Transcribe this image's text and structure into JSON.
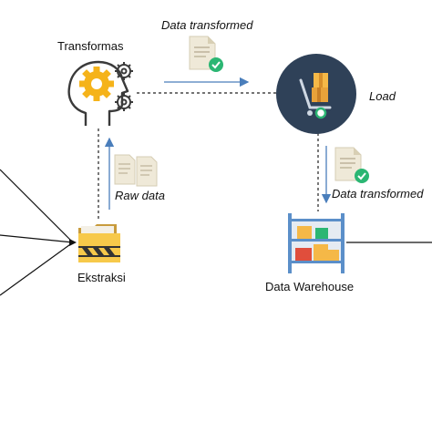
{
  "diagram": {
    "labels": {
      "transform": "Transformas",
      "data_transformed_top": "Data transformed",
      "load": "Load",
      "data_transformed_right": "Data transformed",
      "raw_data": "Raw data",
      "extract": "Ekstraksi",
      "data_warehouse": "Data Warehouse"
    },
    "colors": {
      "arrow_blue": "#4a7ebb",
      "gear_yellow": "#f5b31a",
      "head_outline": "#3a3a3a",
      "load_circle": "#2f4158",
      "check_green": "#2bb673",
      "folder_yellow": "#f7c94a",
      "shelf_frame": "#5b8fc9"
    },
    "icons": [
      "gear-head-icon",
      "document-check-icon",
      "hand-truck-boxes-icon",
      "raw-documents-icon",
      "folder-icon",
      "warehouse-shelf-icon"
    ]
  }
}
